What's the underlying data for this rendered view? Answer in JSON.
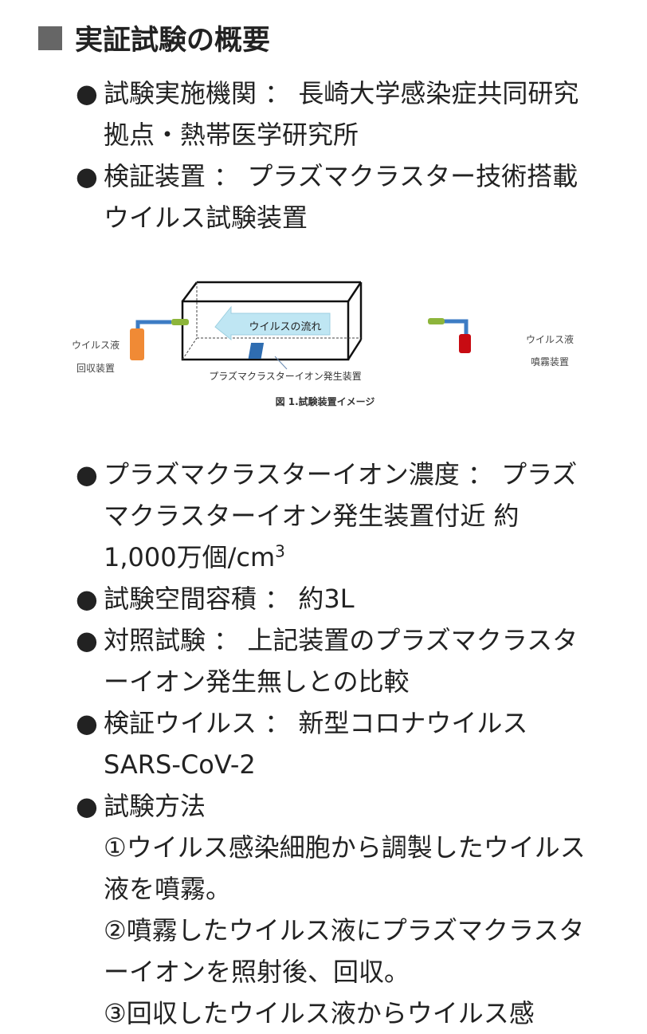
{
  "heading": "実証試験の概要",
  "bullet": "●",
  "items_top": [
    {
      "label": "試験実施機関 ： 長崎大学感染症共同研究拠点・熱帯医学研究所"
    },
    {
      "label": "検証装置 ： プラズマクラスター技術搭載ウイルス試験装置"
    }
  ],
  "figure": {
    "flow": "ウイルスの流れ",
    "left_label_1": "ウイルス液",
    "left_label_2": "回収装置",
    "right_label_1": "ウイルス液",
    "right_label_2": "噴霧装置",
    "generator": "プラズマクラスターイオン発生装置",
    "caption": "図 1.試験装置イメージ"
  },
  "items_bottom": [
    {
      "label": "プラズマクラスターイオン濃度 ： プラズマクラスターイオン発生装置付近 約1,000万個/cm",
      "sup": "3"
    },
    {
      "label": "試験空間容積 ： 約3L"
    },
    {
      "label": "対照試験 ： 上記装置のプラズマクラスターイオン発生無しとの比較"
    },
    {
      "label": "検証ウイルス ： 新型コロナウイルス SARS-CoV-2"
    },
    {
      "label": "試験方法"
    }
  ],
  "steps": [
    "①ウイルス感染細胞から調製したウイルス液を噴霧。",
    "②噴霧したウイルス液にプラズマクラスターイオンを照射後、回収。",
    "③回収したウイルス液からウイルス感"
  ]
}
